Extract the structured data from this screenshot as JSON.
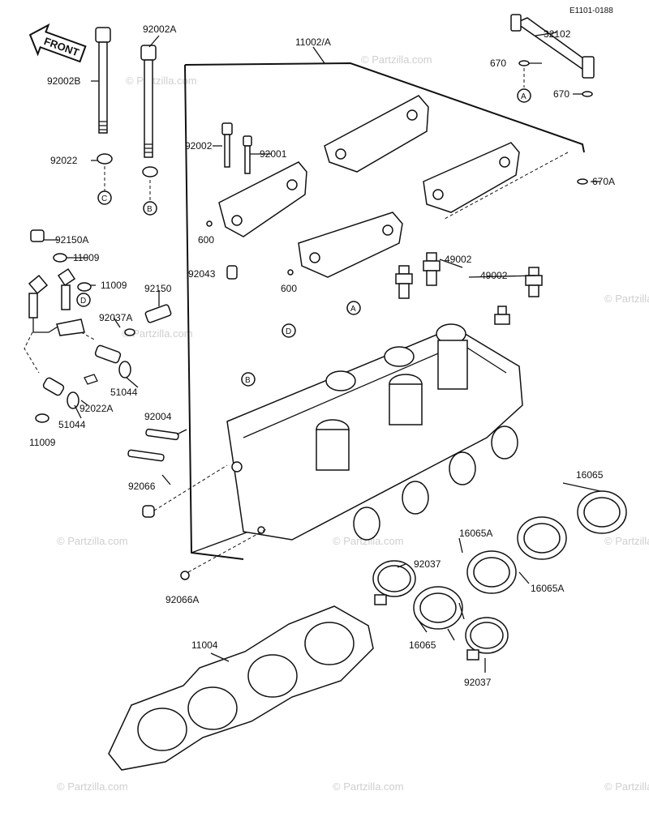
{
  "diagram_code": "E1101-0188",
  "front_label": "FRONT",
  "watermark": "© Partzilla.com",
  "labels": {
    "l11002A": "11002/A",
    "l92002A": "92002A",
    "l92002B": "92002B",
    "l92022": "92022",
    "l32102": "32102",
    "l670a": "670",
    "l670b": "670",
    "l670A": "670A",
    "l92002": "92002",
    "l92001": "92001",
    "l600a": "600",
    "l600b": "600",
    "l92043": "92043",
    "l49002a": "49002",
    "l49002b": "49002",
    "l92150A": "92150A",
    "l11009a": "11009",
    "l11009b": "11009",
    "l11009c": "11009",
    "l92150": "92150",
    "l92037A": "92037A",
    "l51044a": "51044",
    "l51044b": "51044",
    "l92022A": "92022A",
    "l92004": "92004",
    "l92066": "92066",
    "l92066A": "92066A",
    "l16065a": "16065",
    "l16065b": "16065",
    "l16065Aa": "16065A",
    "l16065Ab": "16065A",
    "l92037a": "92037",
    "l92037b": "92037",
    "l11004": "11004"
  },
  "refs": {
    "A1": "A",
    "A2": "A",
    "B1": "B",
    "B2": "B",
    "C1": "C",
    "D1": "D",
    "D2": "D"
  },
  "icons": [
    "front-arrow-icon"
  ]
}
